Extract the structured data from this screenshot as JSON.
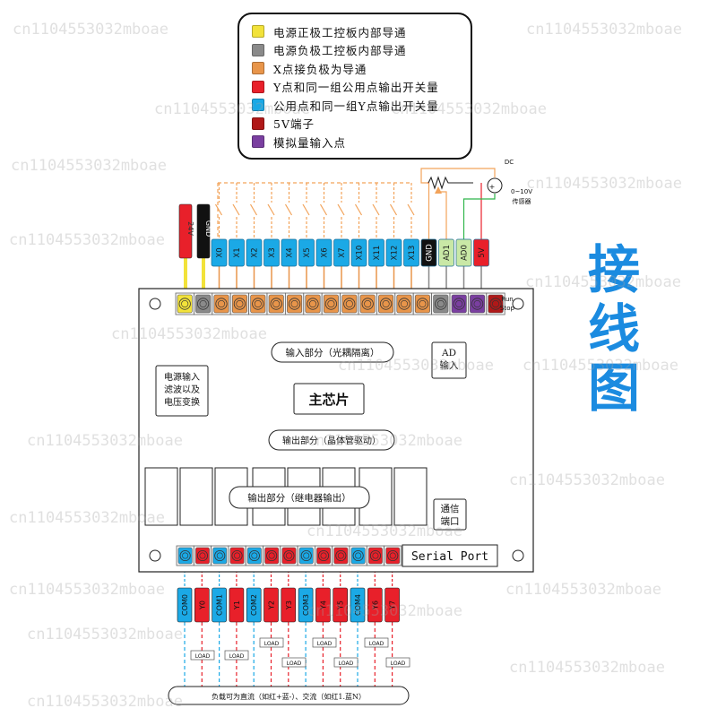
{
  "title": "接线图",
  "legend": [
    {
      "label": "电源正极工控板内部导通",
      "color": "#f2e23a"
    },
    {
      "label": "电源负极工控板内部导通",
      "color": "#8a8a8a"
    },
    {
      "label": "X点接负极为导通",
      "color": "#e8954a"
    },
    {
      "label": "Y点和同一组公用点输出开关量",
      "color": "#e8202a"
    },
    {
      "label": "公用点和同一组Y点输出开关量",
      "color": "#1ba9e6"
    },
    {
      "label": "5V端子",
      "color": "#b01818"
    },
    {
      "label": "模拟量输入点",
      "color": "#7a3fa0"
    }
  ],
  "colors": {
    "positive": "#f2e23a",
    "negative": "#8a8a8a",
    "x_input": "#e8954a",
    "y_output": "#e8202a",
    "common": "#1ba9e6",
    "five_volt": "#b01818",
    "analog": "#7a3fa0",
    "title_blue": "#1b8be0",
    "wire_orange": "#f2a35a",
    "wire_green": "#2fb54a",
    "wire_red": "#e8202a",
    "wire_blue": "#1ba9e6"
  },
  "power_leads": {
    "positive": "24V",
    "negative": "GND"
  },
  "top_terminals": [
    "X0",
    "X1",
    "X2",
    "X3",
    "X4",
    "X5",
    "X6",
    "X7",
    "X10",
    "X11",
    "X12",
    "X13",
    "GND",
    "AD1",
    "AD0",
    "5V"
  ],
  "bottom_terminals": [
    "COM0",
    "Y0",
    "COM1",
    "Y1",
    "COM2",
    "Y2",
    "Y3",
    "COM3",
    "Y4",
    "Y5",
    "COM4",
    "Y6",
    "Y7"
  ],
  "sensor": {
    "dc_label": "DC",
    "range": "0~10V",
    "type": "传感器"
  },
  "switch": {
    "run": "Run",
    "stop": "Stop"
  },
  "board": {
    "input_section": "输入部分（光耦隔离）",
    "ad_input": "AD\n输入",
    "power_block": "电源输入\n滤波以及\n电压变换",
    "main_chip": "主芯片",
    "transistor_output": "输出部分（晶体管驱动）",
    "relay_output": "输出部分（继电器输出）",
    "comm_port": "通信\n端口",
    "serial_port": "Serial Port"
  },
  "load_label": "LOAD",
  "footer_note": "负载可为直流（如红+蓝-）、交流（如红1.蓝N）",
  "watermark": "cn1104553032mboae"
}
